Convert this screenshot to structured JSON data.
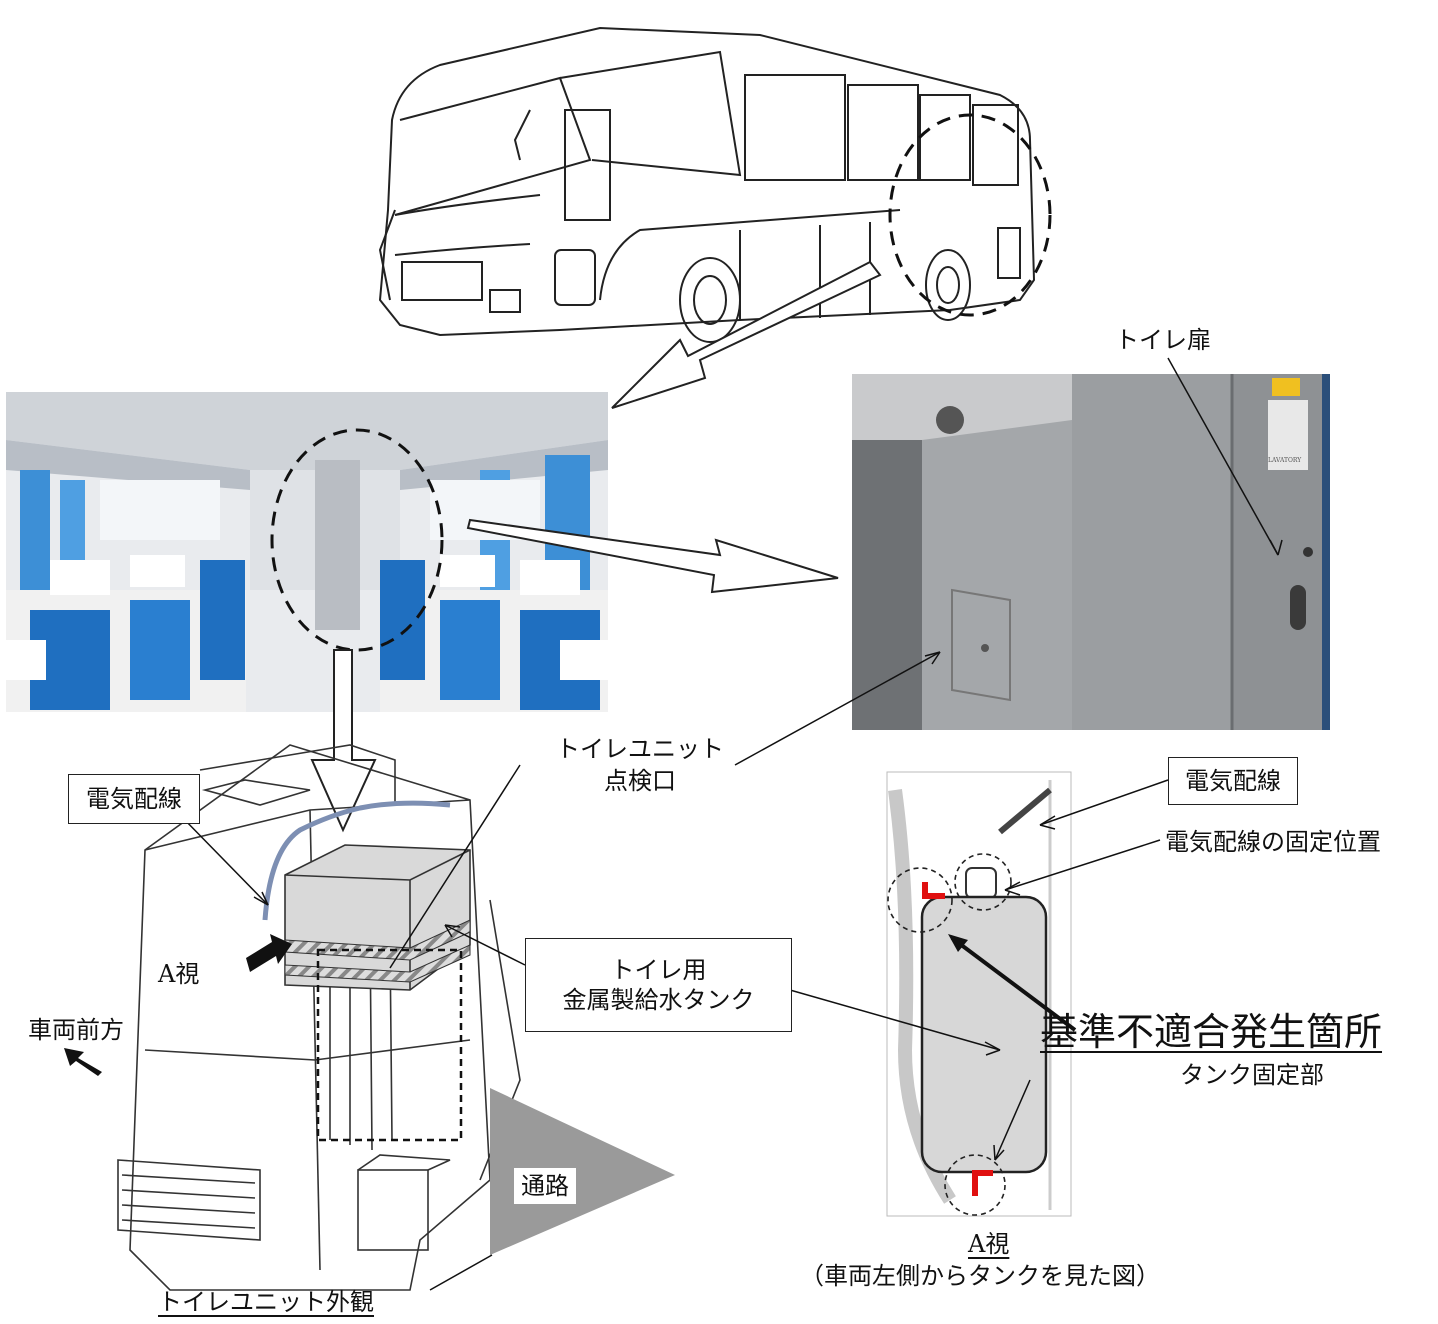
{
  "labels": {
    "toilet_door": "トイレ扉",
    "inspection_port_line1": "トイレユニット",
    "inspection_port_line2": "点検口",
    "wiring_left": "電気配線",
    "wiring_right": "電気配線",
    "wiring_fix_position": "電気配線の固定位置",
    "view_a": "A視",
    "vehicle_front": "車両前方",
    "tank_line1": "トイレ用",
    "tank_line2": "金属製給水タンク",
    "nonconformity": "基準不適合発生箇所",
    "tank_fixing": "タンク固定部",
    "aisle": "通路",
    "view_a_caption": "A視",
    "view_a_sub": "（車両左側からタンクを見た図）",
    "unit_caption": "トイレユニット外観",
    "lavatory_sign": "LAVATORY"
  },
  "colors": {
    "highlight_red": "#e01010",
    "seat_blue": "#1f6fc0",
    "tank_gray": "#d7d7d7",
    "aisle_gray": "#9a9a9a"
  }
}
